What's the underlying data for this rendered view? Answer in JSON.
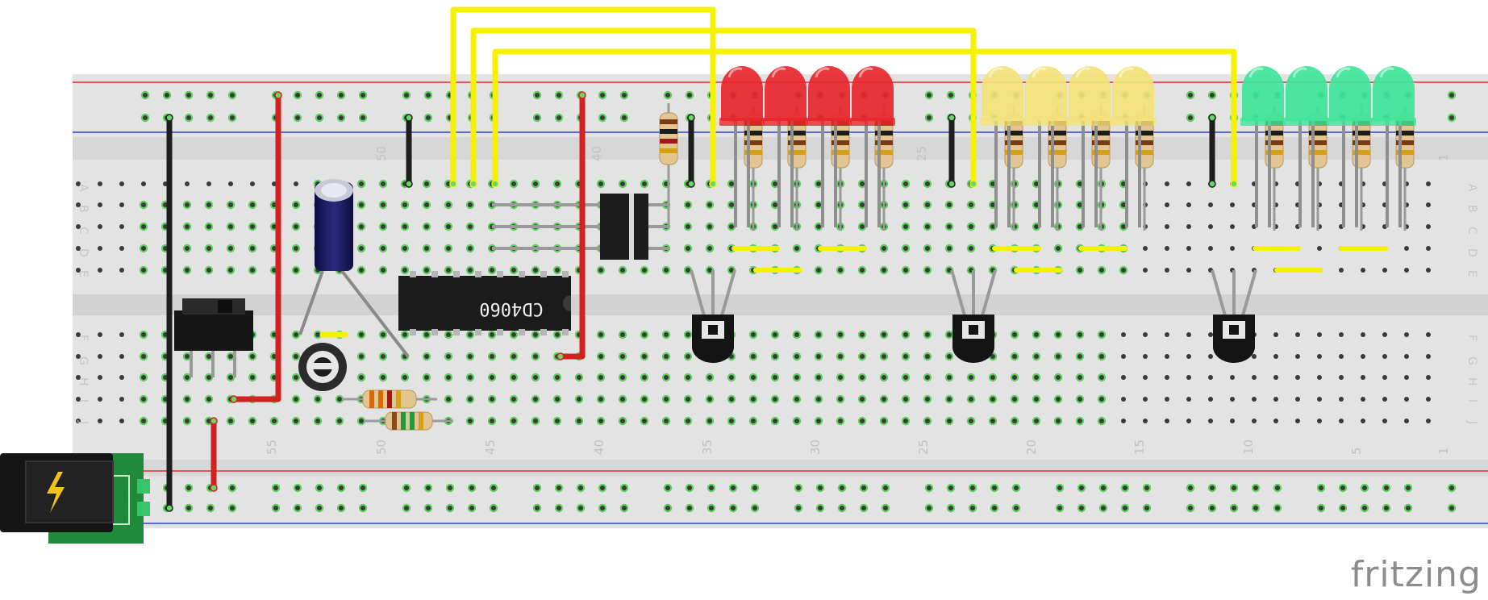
{
  "brand": "fritzing",
  "chip_label": "CD4060",
  "row_labels_top": [
    "A",
    "B",
    "C",
    "D",
    "E"
  ],
  "row_labels_bottom": [
    "F",
    "G",
    "H",
    "I",
    "J"
  ],
  "column_numbers_top": [
    "50",
    "40",
    "25",
    "1"
  ],
  "column_numbers_bottom": [
    "55",
    "50",
    "45",
    "40",
    "35",
    "30",
    "25",
    "20",
    "15",
    "10",
    "5",
    "1"
  ],
  "led_groups": [
    {
      "name": "red",
      "color": "#e8262c"
    },
    {
      "name": "yellow",
      "color": "#f3e27a"
    },
    {
      "name": "green",
      "color": "#3ee59a"
    }
  ],
  "colors": {
    "board": "#e3e3e3",
    "rail_red": "#e03030",
    "rail_blue": "#3040d0",
    "wire_yellow": "#f5f200",
    "wire_red": "#d42020",
    "wire_black": "#1e1e1e",
    "hole_active": "#5fd05f"
  }
}
